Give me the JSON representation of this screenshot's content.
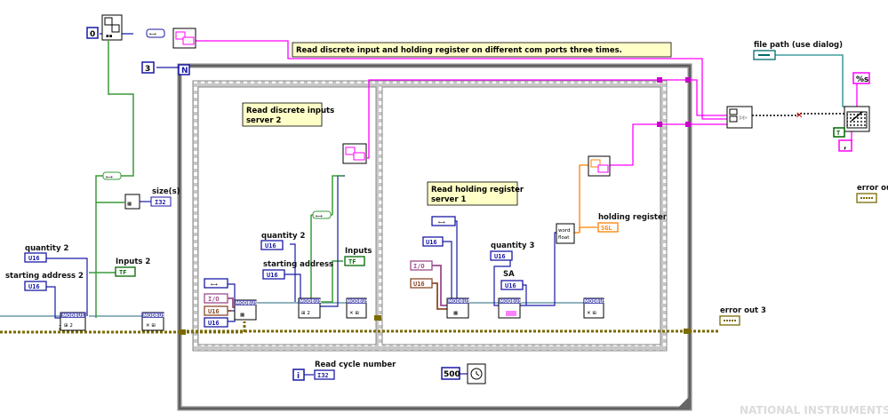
{
  "comments": {
    "main": "Read discrete input and holding register on different com ports three times.",
    "frame1_line1": "Read discrete inputs",
    "frame1_line2": "server 2",
    "frame2_line1": "Read holding register",
    "frame2_line2": "server 1"
  },
  "labels": {
    "file_path": "file path (use dialog)",
    "size": "size(s)",
    "quantity2_left": "quantity 2",
    "starting_address2": "starting address 2",
    "inputs2": "Inputs 2",
    "quantity2_inner": "quantity 2",
    "starting_address": "starting address",
    "inputs": "Inputs",
    "quantity3": "quantity 3",
    "sa": "SA",
    "holding_register": "holding register",
    "error_out3": "error out 3",
    "error_out": "error out",
    "read_cycle_number": "Read cycle number"
  },
  "constants": {
    "zero": "0",
    "loop_count": "3",
    "wait_ms": "500",
    "format": "%s",
    "loop_n": "N",
    "loop_i": "i",
    "word_to_float": "word float",
    "true_const": "T"
  },
  "types": {
    "u16": "U16",
    "i32": "I32",
    "tf": "TF",
    "sgl": "SGL",
    "i_o": "I/O",
    "modbus": "MODBUS"
  },
  "watermark": "NATIONAL INSTRUMENTS",
  "colors": {
    "boolean": "#006600",
    "u16": "#1919a6",
    "i32": "#1919a6",
    "string": "#ff00ff",
    "sgl": "#ff8000",
    "error": "#7a6a00",
    "path": "#006b6b",
    "modbus": "#5050b0",
    "io": "#9b4b8b"
  }
}
